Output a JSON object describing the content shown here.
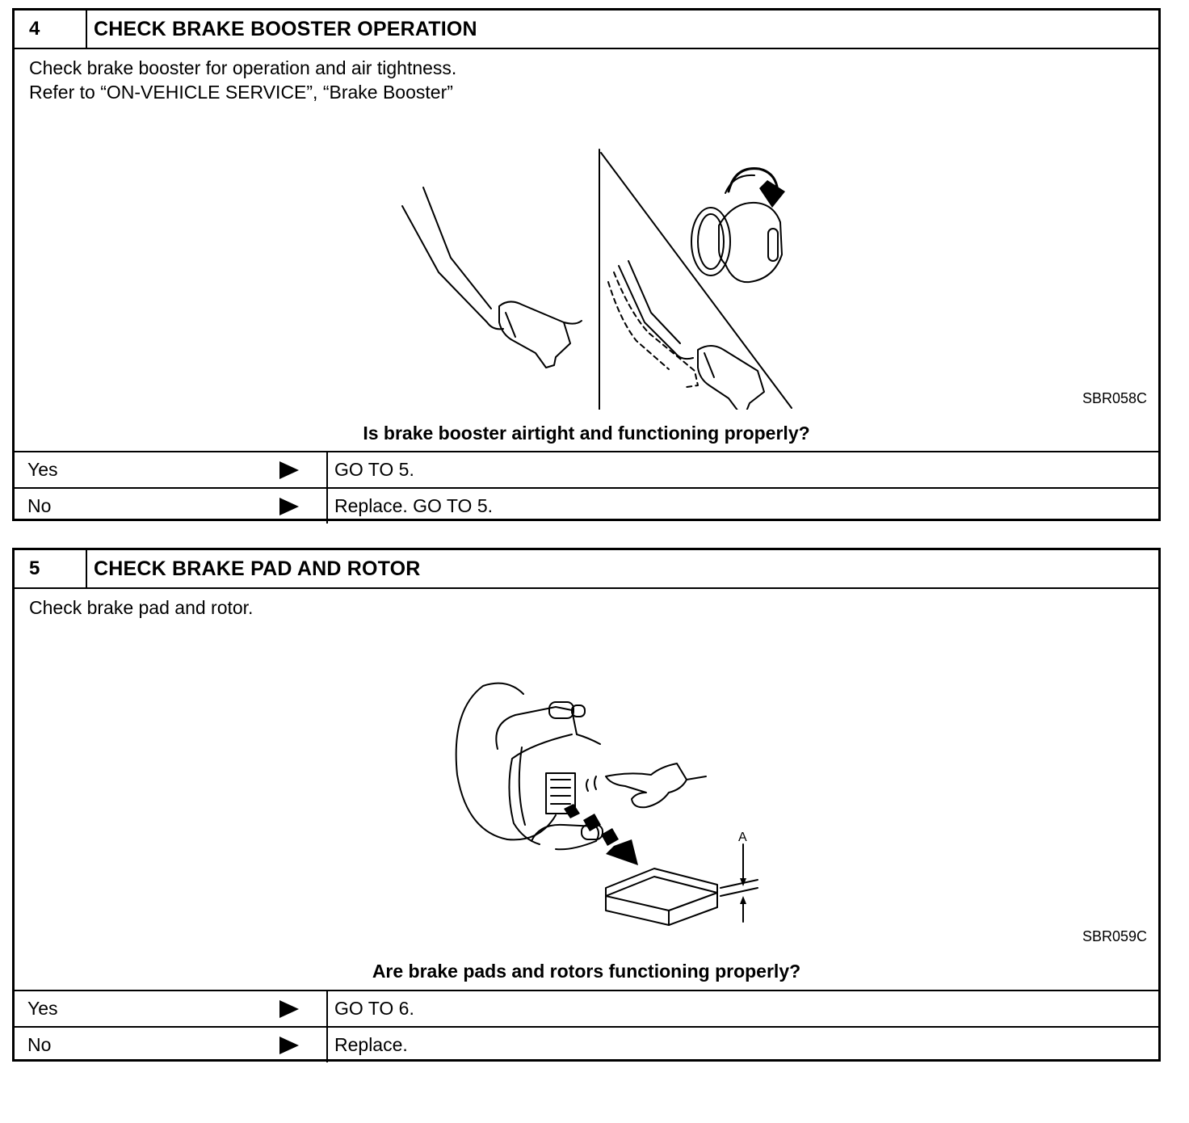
{
  "steps": [
    {
      "number": "4",
      "title": "CHECK BRAKE BOOSTER OPERATION",
      "instructions": [
        "Check brake booster for operation and air tightness.",
        "Refer to “ON-VEHICLE SERVICE”, “Brake Booster”"
      ],
      "figure_code": "SBR058C",
      "question": "Is brake booster airtight and functioning properly?",
      "answers": [
        {
          "label": "Yes",
          "arrow_icon": "right-triangle-icon",
          "action": "GO TO 5."
        },
        {
          "label": "No",
          "arrow_icon": "right-triangle-icon",
          "action": "Replace. GO TO 5."
        }
      ]
    },
    {
      "number": "5",
      "title": "CHECK BRAKE PAD AND ROTOR",
      "instructions": [
        "Check brake pad and rotor."
      ],
      "figure_code": "SBR059C",
      "figure_label": "A",
      "question": "Are brake pads and rotors functioning properly?",
      "answers": [
        {
          "label": "Yes",
          "arrow_icon": "right-triangle-icon",
          "action": "GO TO 6."
        },
        {
          "label": "No",
          "arrow_icon": "right-triangle-icon",
          "action": "Replace."
        }
      ]
    }
  ]
}
